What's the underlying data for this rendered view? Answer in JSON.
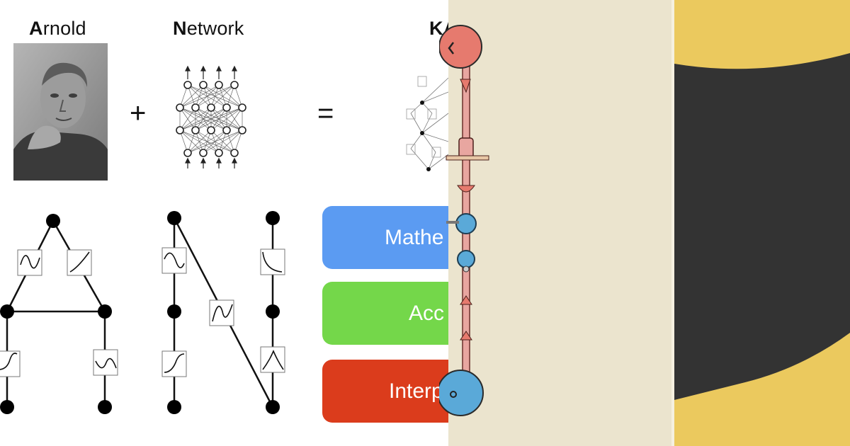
{
  "headings": {
    "arnold": {
      "initial": "A",
      "rest": "rnold"
    },
    "network": {
      "initial": "N",
      "rest": "etwork"
    },
    "kan": {
      "initial": "K",
      "rest": "A"
    }
  },
  "operators": {
    "plus": "+",
    "equals": "="
  },
  "pills": {
    "math": {
      "label": "Mathe",
      "color": "#5b9bf2"
    },
    "acc": {
      "label": "Acc",
      "color": "#74d74a"
    },
    "int": {
      "label": "Interp",
      "color": "#db3c1c"
    }
  },
  "colors": {
    "beige_panel": "#ebe4ce",
    "yellow": "#ebc95e",
    "dark": "#333333",
    "capsule_red": "#e67a6e",
    "capsule_blue": "#5aa9d8",
    "rod": "#e8a6a0"
  },
  "icons": {
    "arnold_photo": "portrait-photo",
    "network": "neural-network-icon",
    "kan_network": "kan-network-icon",
    "capsule_pipe": "capsule-pipe-illustration"
  }
}
